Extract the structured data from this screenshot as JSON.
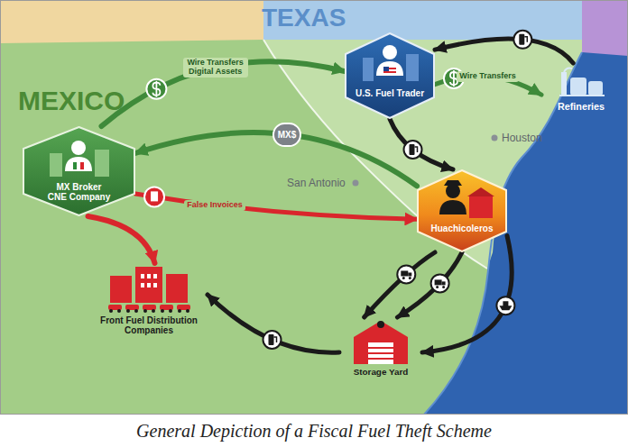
{
  "diagram": {
    "caption": "General Depiction of a Fiscal Fuel Theft Scheme",
    "nodes": [
      {
        "text": [
          "MX Broker CNE Company"
        ]
      },
      {
        "text": [
          "U.S. Fuel Trader"
        ]
      },
      {
        "text": [
          "Refineries"
        ]
      },
      {
        "text": [
          "Huachicoleros"
        ]
      },
      {
        "text": [
          "Storage Yard"
        ]
      },
      {
        "text": [
          "Front Fuel Distribution Companies"
        ]
      }
    ],
    "edges": [
      {
        "from": 0,
        "to": 1,
        "arrow": "to",
        "label": "Wire Transfers Digital Assets"
      },
      {
        "from": 1,
        "to": 2,
        "arrow": "to",
        "label": "Wire Transfers"
      },
      {
        "from": 2,
        "to": 1,
        "arrow": "to"
      },
      {
        "from": 1,
        "to": 3,
        "arrow": "to"
      },
      {
        "from": 3,
        "to": 0,
        "arrow": "to",
        "label": "MX$"
      },
      {
        "from": 0,
        "to": 3,
        "arrow": "to",
        "label": "False Invoices"
      },
      {
        "from": 0,
        "to": 5,
        "arrow": "to"
      },
      {
        "from": 3,
        "to": 4,
        "arrow": "to"
      },
      {
        "from": 3,
        "to": 4,
        "arrow": "to"
      },
      {
        "from": 3,
        "to": 4,
        "arrow": "to"
      },
      {
        "from": 4,
        "to": 5,
        "arrow": "to"
      }
    ],
    "labels": [
      "TEXAS",
      "MEXICO",
      "Houston",
      "San Antonio"
    ]
  }
}
